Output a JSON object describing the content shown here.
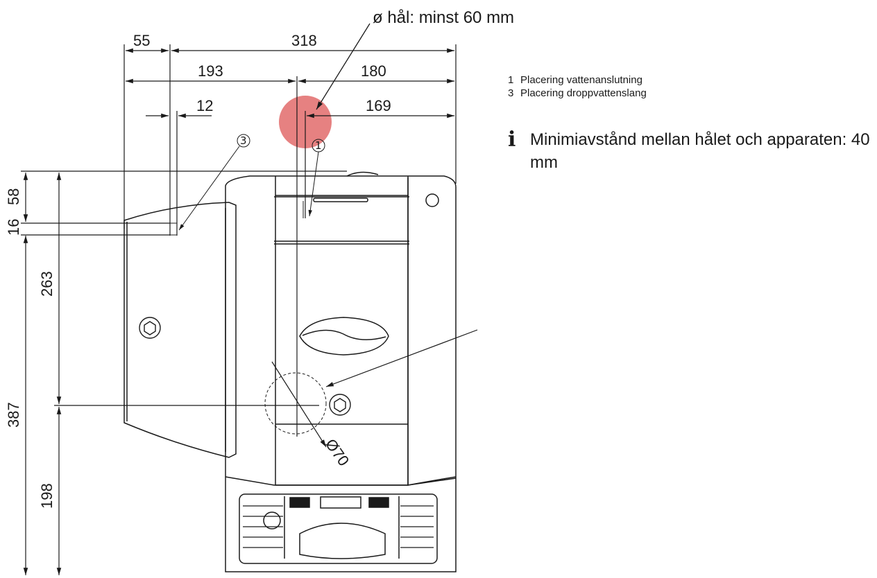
{
  "hole_label": "ø hål: minst 60 mm",
  "dimensions": {
    "d55": "55",
    "d318": "318",
    "d193": "193",
    "d180": "180",
    "d12": "12",
    "d169": "169",
    "d58": "58",
    "d16": "16",
    "d263": "263",
    "d387": "387",
    "d198": "198",
    "d70": "Ø70"
  },
  "callouts": {
    "c1": "1",
    "c3": "3"
  },
  "legend": [
    {
      "num": "1",
      "label": "Placering vattenanslutning"
    },
    {
      "num": "3",
      "label": "Placering droppvattenslang"
    }
  ],
  "note": {
    "icon": "info-icon",
    "text": "Minimiavstånd mellan hålet och apparaten: 40 mm"
  },
  "colors": {
    "hole_marker": "#e26b6b",
    "line": "#1a1a1a"
  }
}
